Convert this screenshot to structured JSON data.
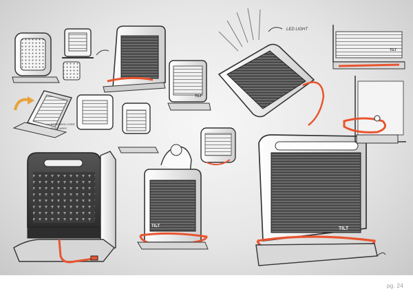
{
  "brand_label": "TILT",
  "annotation_led": "LED LIGHT",
  "annotation_small_1": "EXTENDED CORD",
  "annotation_small_2": "FOR CARRY",
  "page_number": "pg. 24",
  "colors": {
    "accent": "#e8542f",
    "body_dark": "#3a3a3a",
    "body_mid": "#6b6b6b",
    "frame_light": "#f2f2f2",
    "background": "#e4e4e4",
    "arrow": "#e8a23c"
  },
  "sketches": [
    {
      "name": "perforated-heater-small-1"
    },
    {
      "name": "perforated-heater-small-2"
    },
    {
      "name": "heater-three-quarter-view-top"
    },
    {
      "name": "heater-tilted-with-light-rays"
    },
    {
      "name": "heater-side-detail-top-right"
    },
    {
      "name": "heater-folding-flat"
    },
    {
      "name": "heater-open-frame-small"
    },
    {
      "name": "heater-louvered-small"
    },
    {
      "name": "heater-frame-only"
    },
    {
      "name": "heater-with-hand-carry"
    },
    {
      "name": "heater-front-perforated-large"
    },
    {
      "name": "heater-front-louvered-large"
    },
    {
      "name": "cord-wrap-detail-right"
    }
  ]
}
